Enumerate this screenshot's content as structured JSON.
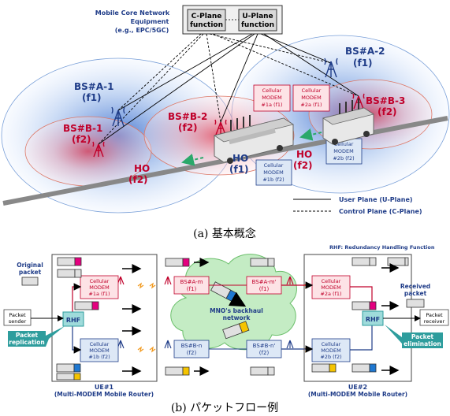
{
  "top": {
    "core_title_1": "Mobile Core Network",
    "core_title_2": "Equipment",
    "core_title_3": "(e.g., EPC/5GC)",
    "cplane_1": "C-Plane",
    "cplane_2": "function",
    "uplane_1": "U-Plane",
    "uplane_2": "function",
    "bs_a1": "BS#A-1",
    "bs_a1_f": "(f1)",
    "bs_a2": "BS#A-2",
    "bs_a2_f": "(f1)",
    "bs_b1": "BS#B-1",
    "bs_b1_f": "(f2)",
    "bs_b2": "BS#B-2",
    "bs_b2_f": "(f2)",
    "bs_b3": "BS#B-3",
    "bs_b3_f": "(f2)",
    "modem_1a": [
      "Cellular",
      "MODEM",
      "#1a (f1)"
    ],
    "modem_2a": [
      "Cellular",
      "MODEM",
      "#2a (f1)"
    ],
    "modem_1b": [
      "Cellular",
      "MODEM",
      "#1b (f2)"
    ],
    "modem_2b": [
      "Cellular",
      "MODEM",
      "#2b (f2)"
    ],
    "ho": "HO",
    "ho_f1": "(f1)",
    "ho_f2": "(f2)",
    "legend_user": "User Plane (U-Plane)",
    "legend_control": "Control Plane (C-Plane)",
    "caption": "(a) 基本概念"
  },
  "bottom": {
    "rhf_note": "RHF: Redundancy Handling Function",
    "original_1": "Original",
    "original_2": "packet",
    "sender_1": "Packet",
    "sender_2": "sender",
    "rhf": "RHF",
    "replication_1": "Packet",
    "replication_2": "replication",
    "elimination_1": "Packet",
    "elimination_2": "elimination",
    "received_1": "Received",
    "received_2": "packet",
    "receiver_1": "Packet",
    "receiver_2": "receiver",
    "m1a": [
      "Cellular",
      "MODEM",
      "#1a (f1)"
    ],
    "m1b": [
      "Cellular",
      "MODEM",
      "#1b (f2)"
    ],
    "m2a": [
      "Cellular",
      "MODEM",
      "#2a (f1)"
    ],
    "m2b": [
      "Cellular",
      "MODEM",
      "#2b (f2)"
    ],
    "bs_am": [
      "BS#A-m",
      "(f1)"
    ],
    "bs_am2": [
      "BS#A-m'",
      "(f1)"
    ],
    "bs_bn": [
      "BS#B-n",
      "(f2)"
    ],
    "bs_bn2": [
      "BS#B-n'",
      "(f2)"
    ],
    "cloud_1": "MNO's backhaul",
    "cloud_2": "network",
    "ue1_1": "UE#1",
    "ue1_2": "(Multi-MODEM Mobile Router)",
    "ue2_1": "UE#2",
    "ue2_2": "(Multi-MODEM Mobile Router)",
    "caption": "(b) パケットフロー例"
  },
  "colors": {
    "blue_text": "#1f3c88",
    "red_text": "#c0002a",
    "red_box_fill": "#fde3e6",
    "blue_box_fill": "#dde8f6",
    "teal": "#2e9d9d",
    "pink_packet": "#e4007f",
    "yellow_packet": "#f5c400",
    "blue_packet": "#1f78d1"
  }
}
